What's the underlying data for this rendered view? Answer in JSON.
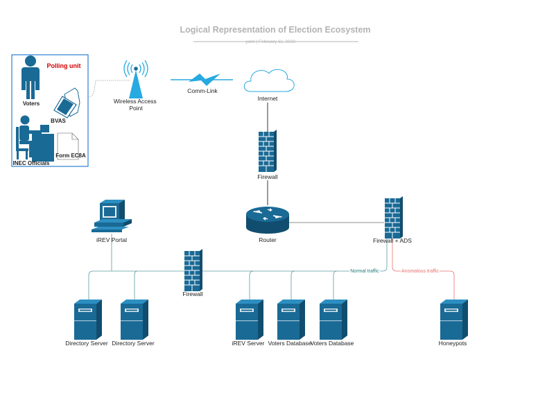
{
  "title": "Logical Representation of Election Ecosystem",
  "subtitle": "yomi  |  February 11, 2023",
  "colors": {
    "device": "#1a6a96",
    "device_light": "#2d8fc1",
    "wireless": "#27a9e1",
    "box_border": "#2a7fd4",
    "polling_red": "#d40000",
    "line_dark": "#333333",
    "line_teal": "#5b9aa0",
    "line_red": "#e8706d",
    "normal_text": "#1f7a7a",
    "anomalous_text": "#e8706d"
  },
  "polling_unit": {
    "title": "Polling unit",
    "voters": "Voters",
    "bvas": "BVAS",
    "form": "Form EC8A",
    "officials": "INEC Officials"
  },
  "nodes": {
    "wap": "Wireless Access\nPoint",
    "comm_link": "Comm-Link",
    "internet": "Internet",
    "firewall_top": "Firewall",
    "router": "Router",
    "firewall_ads": "Firewall + ADS",
    "irev_portal": "iREV Portal",
    "firewall_mid": "Firewall",
    "dir_server_1": "Directory Server",
    "dir_server_2": "Directory Server",
    "irev_server": "iREV Server",
    "voters_db_1": "Voters Database",
    "voters_db_2": "Voters Database",
    "honeypots": "Honeypots"
  },
  "edge_labels": {
    "normal": "Normal traffic",
    "anomalous": "Anomalous traffic"
  }
}
